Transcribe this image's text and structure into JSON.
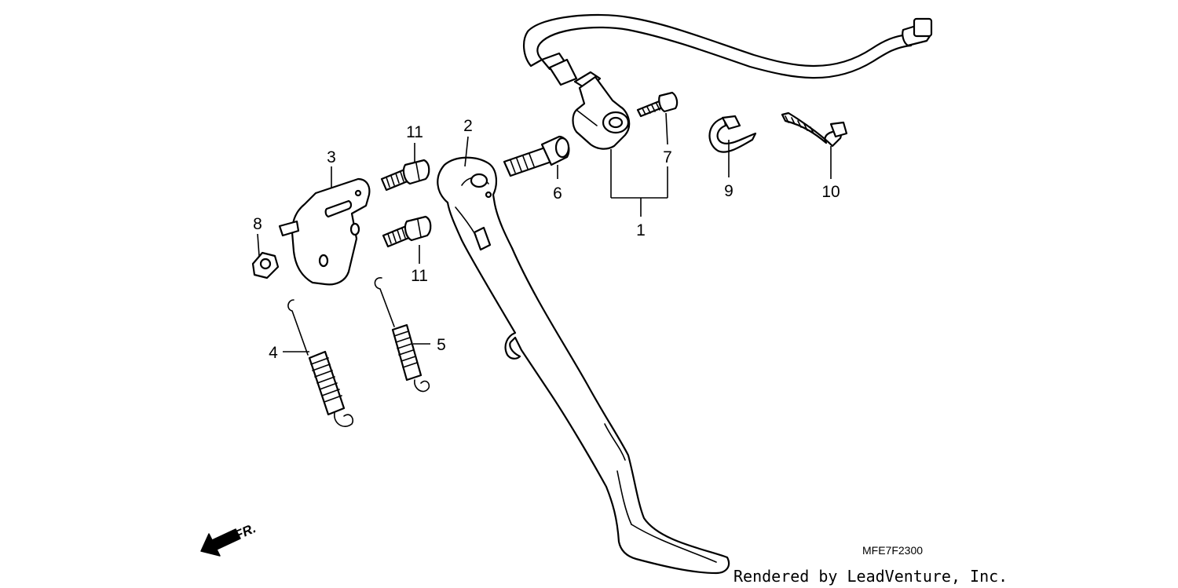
{
  "callouts": {
    "c1": "1",
    "c2": "2",
    "c3": "3",
    "c4": "4",
    "c5": "5",
    "c6": "6",
    "c7": "7",
    "c8": "8",
    "c9": "9",
    "c10": "10",
    "c11a": "11",
    "c11b": "11"
  },
  "direction_label": "FR.",
  "diagram_code": "MFE7F2300",
  "credit": "Rendered by LeadVenture, Inc."
}
